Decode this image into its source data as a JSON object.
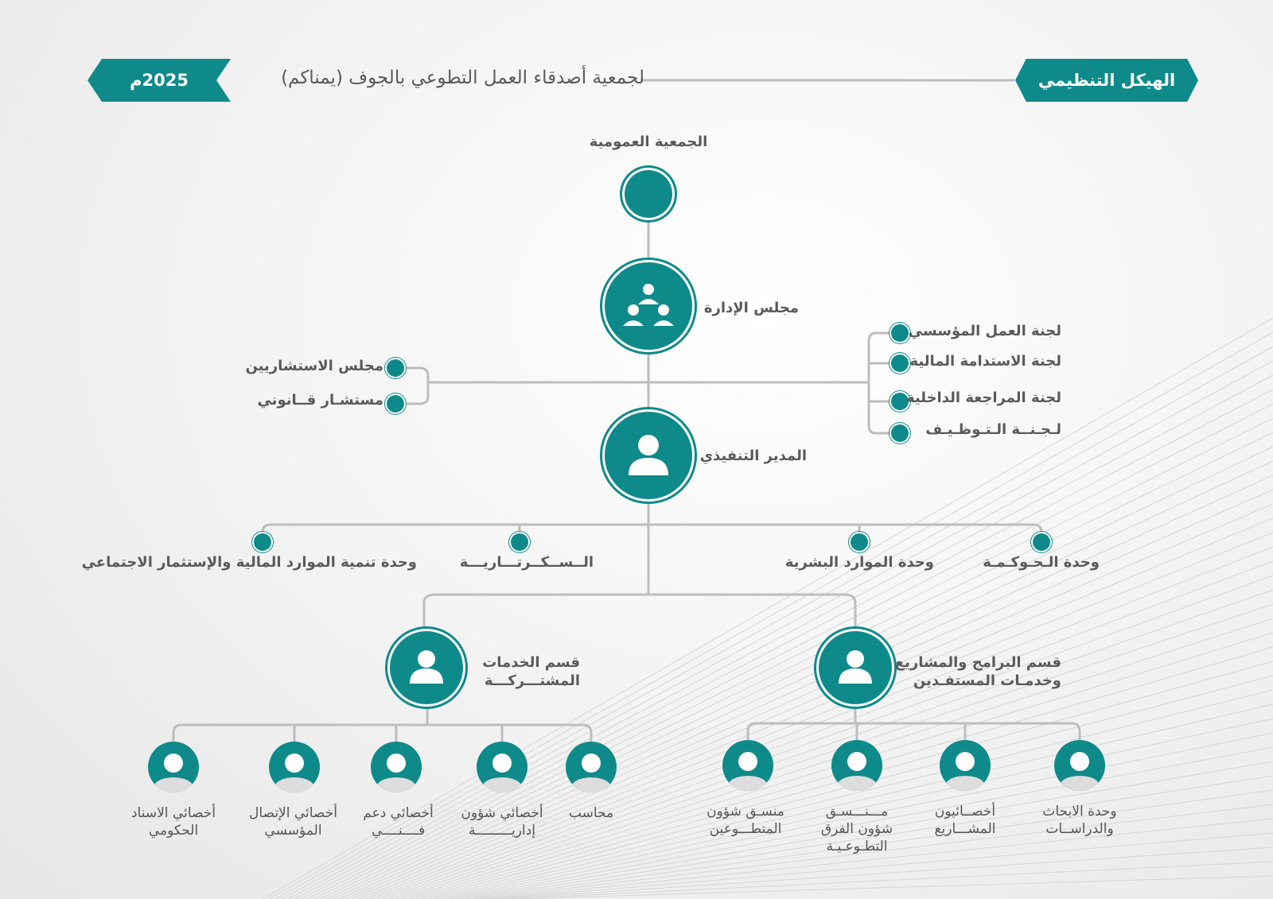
{
  "header": {
    "badge_right": "الهيكل التنظيمي",
    "subtitle": "لجمعية أصدقاء العمل التطوعي بالجوف (يمناكم)",
    "badge_left": "2025م"
  },
  "nodes": {
    "general_assembly": "الجمعية العمومية",
    "board": "مجلس الإدارة",
    "executive_director": "المدير التنفيذي",
    "shared_services": [
      "قسم الخدمات",
      "المشتـــركـــة"
    ],
    "programs": [
      "قسم البرامج والمشاريع",
      "وخدمـات المستفـدين"
    ]
  },
  "committees": [
    "لجنة العمل المؤسسي",
    "لجنة الاستدامة المالية",
    "لجنة المراجعة الداخلية",
    "لـجـنــة الـتـوظـيـف"
  ],
  "advisors": [
    "مجلس الاستشاريين",
    "مستشـار قــانوني"
  ],
  "units": [
    "وحدة الـحـوكـمـة",
    "وحدة الموارد البشرية",
    "الــســكــرتـــاريـــة",
    "وحدة تنمية الموارد المالية والإستثمار الاجتماعي"
  ],
  "shared_staff": [
    [
      "محاسب"
    ],
    [
      "أخصائي شؤون",
      "إداريـــــــــة"
    ],
    [
      "أخصائي دعم",
      "فــــنــــي"
    ],
    [
      "أخصائي الإتصال",
      "المؤسسي"
    ],
    [
      "أخصائي الاسناد",
      "الحكومي"
    ]
  ],
  "program_staff": [
    [
      "وحدة الابحاث",
      "والدراســات"
    ],
    [
      "أخصــائيون",
      "المشـــاريع"
    ],
    [
      "مـــنـــسـق",
      "شؤون الفرق",
      "التطـوعـيـة"
    ],
    [
      "منسـق شؤون",
      "المتطـــوعين"
    ]
  ],
  "colors": {
    "teal": "#0f8a8a",
    "line": "#bdbdbd",
    "text": "#5a5a5a"
  }
}
